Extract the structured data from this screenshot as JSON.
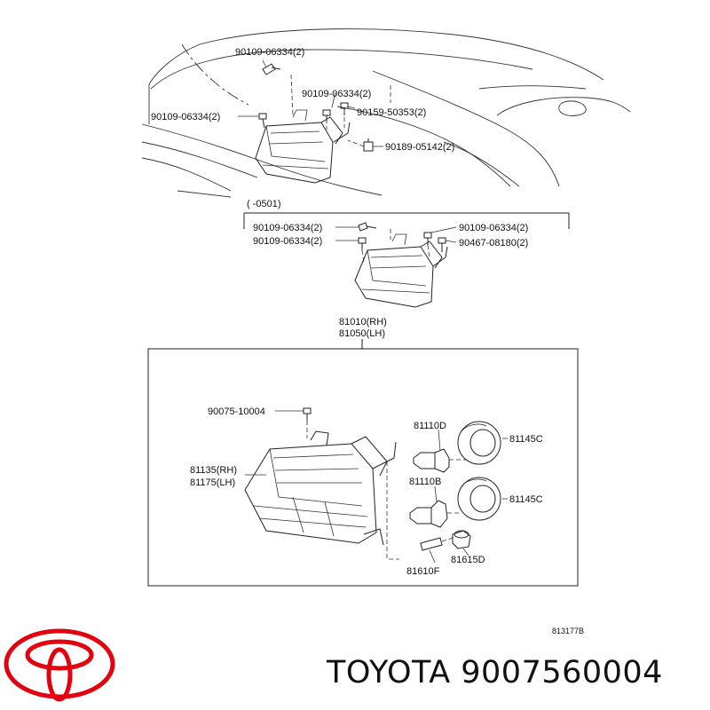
{
  "top_view": {
    "labels": {
      "bolt_top": "90109-06334(2)",
      "bolt_mid": "90109-06334(2)",
      "bolt_left": "90109-06334(2)",
      "bolt_right": "90159-50353(2)",
      "clip": "90189-05142(2)"
    }
  },
  "variant_view": {
    "bracket_label": "(      -0501)",
    "labels": {
      "bolt_upper_left": "90109-06334(2)",
      "bolt_upper_right": "90109-06334(2)",
      "bolt_lower_left": "90109-06334(2)",
      "screw_lower_right": "90467-08180(2)"
    }
  },
  "assembly": {
    "part_rh": "81010(RH)",
    "part_lh": "81050(LH)",
    "labels": {
      "adjuster_screw": "90075-10004",
      "lens_rh": "81135(RH)",
      "lens_lh": "81175(LH)",
      "bulb_upper": "81110D",
      "cap_upper": "81145C",
      "bulb_lower": "81110B",
      "cap_lower": "81145C",
      "wedge_bulb": "81610F",
      "socket": "81615D"
    }
  },
  "diagram_code": "813177B",
  "branding": {
    "text": "TOYOTA 9007560004",
    "logo_color": "#e3000f"
  }
}
